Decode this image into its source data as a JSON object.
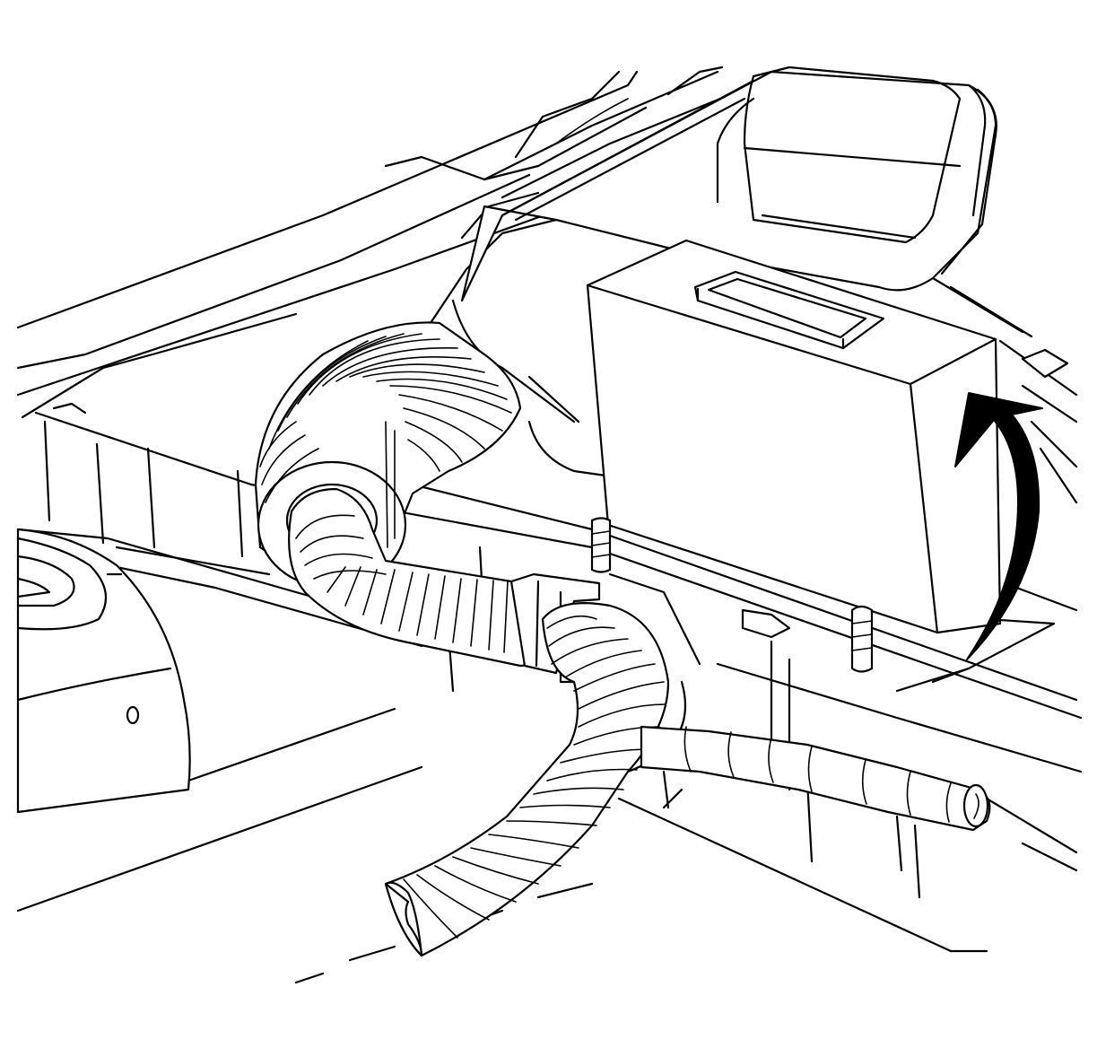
{
  "figure": {
    "components": [
      {
        "name": "vehicle-floor-panel"
      },
      {
        "name": "seat-back"
      },
      {
        "name": "electronic-module-box"
      },
      {
        "name": "flexible-air-duct"
      },
      {
        "name": "duct-outlet-hose"
      },
      {
        "name": "wiring-harness-conduit"
      },
      {
        "name": "wheel-well-housing"
      },
      {
        "name": "removal-direction-arrow"
      }
    ],
    "colors": {
      "stroke": "#000000",
      "background": "#ffffff"
    }
  }
}
